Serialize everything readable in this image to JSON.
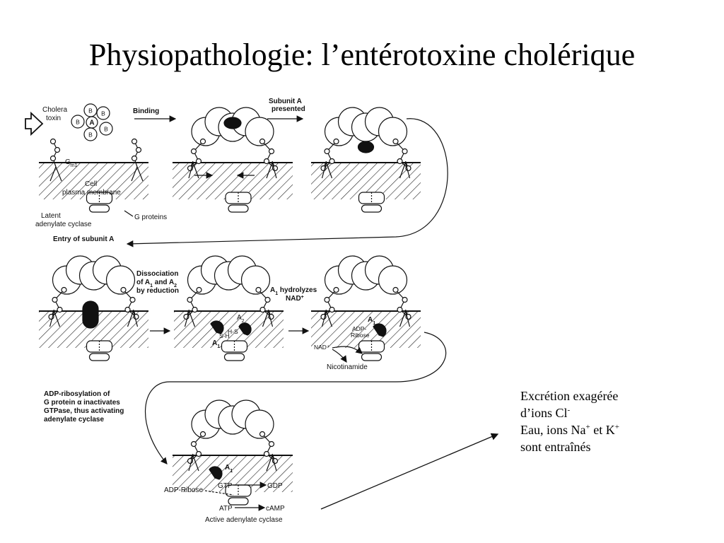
{
  "title": "Physiopathologie: l’entérotoxine cholérique",
  "labels": {
    "cholera_toxin_1": "Cholera",
    "cholera_toxin_2": "toxin",
    "subunit_b": "B",
    "subunit_a": "A",
    "binding": "Binding",
    "subunit_a_presented_1": "Subunit A",
    "subunit_a_presented_2": "presented",
    "gm1": "G",
    "gm1_sub": "m1",
    "cell_1": "Cell",
    "cell_2": "plasma membrane",
    "latent_1": "Latent",
    "latent_2": "adenylate cyclase",
    "g_proteins": "G proteins",
    "entry_of_subunit_a": "Entry of subunit A",
    "dissociation_1": "Dissociation",
    "dissociation_2": "of A",
    "dissociation_2_sub": "1",
    "dissociation_2b": " and A",
    "dissociation_2b_sub": "2",
    "dissociation_3": "by reduction",
    "a1": "A",
    "a1_sub": "1",
    "a2": "A",
    "a2_sub": "2",
    "sh": "S-H",
    "hs": "H-S",
    "a1_hydrolyzes_1": "A",
    "a1_hydrolyzes_1_sub": "1",
    "a1_hydrolyzes_1b": " hydrolyzes",
    "a1_hydrolyzes_2": "NAD",
    "a1_hydrolyzes_2_sup": "+",
    "adp_ribose_1": "ADP-",
    "adp_ribose_2": "Ribose",
    "nad_plus": "NAD⁺",
    "nicotinamide": "Nicotinamide",
    "adp_ribosylation_1": "ADP-ribosylation of",
    "adp_ribosylation_2": "G protein α inactivates",
    "adp_ribosylation_3": "GTPase, thus activating",
    "adp_ribosylation_4": "adenylate cyclase",
    "adp_ribose_full": "ADP-Ribose",
    "gtp": "GTP",
    "gdp": "GDP",
    "atp": "ATP",
    "camp": "cAMP",
    "active_ac": "Active adenylate cyclase"
  },
  "side_note": {
    "line1": "Excrétion exagérée",
    "line2": "d’ions Cl",
    "line2_sup": "-",
    "line3a": "Eau, ions Na",
    "line3a_sup": "+",
    "line3b": " et K",
    "line3b_sup": "+",
    "line4": "sont entraînés"
  }
}
